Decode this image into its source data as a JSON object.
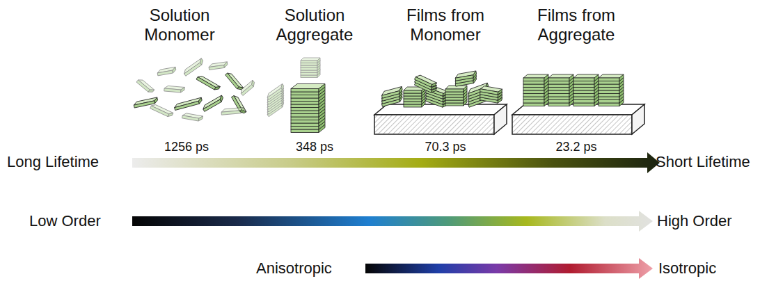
{
  "diagram": {
    "labels": [
      "Solution Monomer",
      "Solution Aggregate",
      "Films from Monomer",
      "Films from Aggregate",
      "1256 ps",
      "348 ps",
      "70.3 ps",
      "23.2 ps",
      "Long Lifetime",
      "Short Lifetime",
      "Low Order",
      "High Order",
      "Anisotropic",
      "Isotropic"
    ]
  }
}
